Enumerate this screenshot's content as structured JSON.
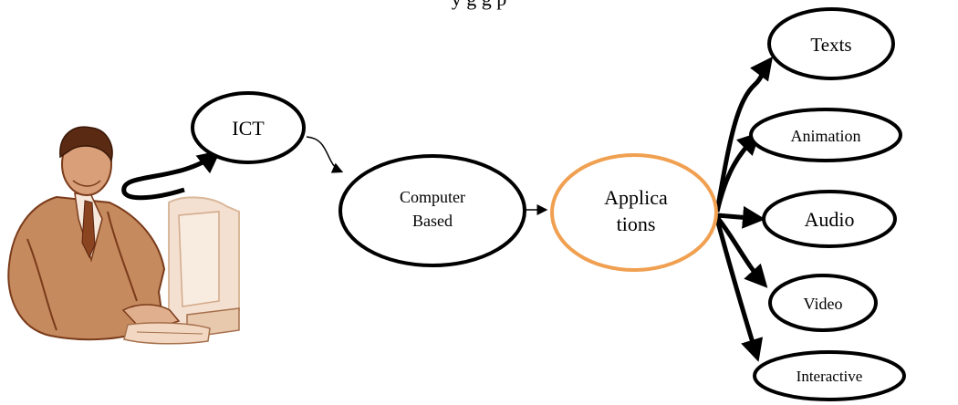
{
  "title": "y                                        g g p",
  "nodes": {
    "ict": "ICT",
    "computer_based": [
      "Computer",
      "Based"
    ],
    "applications": [
      "Applica",
      "tions"
    ],
    "texts": "Texts",
    "animation": "Animation",
    "audio": "Audio",
    "video": "Video",
    "interactive": "Interactive"
  },
  "colors": {
    "outline": "#000000",
    "accent_outline": "#f0a050",
    "figure_suit": "#c68a5f",
    "figure_shadow": "#7a3b1a"
  },
  "icons": {
    "figure": "person-at-computer-icon"
  }
}
